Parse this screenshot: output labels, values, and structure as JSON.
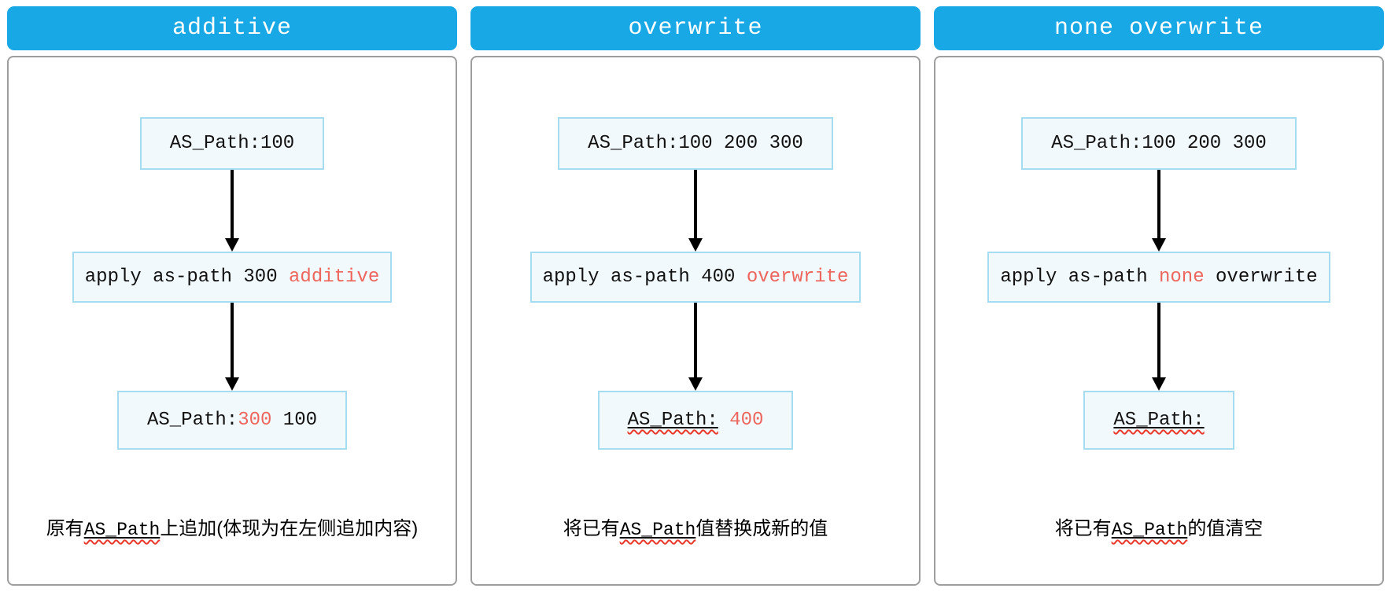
{
  "colors": {
    "header_bg": "#18a8e6",
    "header_text": "#ffffff",
    "highlight_red": "#ed665d",
    "squiggle_red": "#e8392b",
    "flow_box_bg": "#f2f9fc",
    "flow_box_border": "#a6dcf0",
    "panel_border": "#9e9e9e",
    "arrow_black": "#000000"
  },
  "panels": [
    {
      "title": "additive",
      "start_box": {
        "text": "AS_Path:100"
      },
      "apply_box": {
        "prefix": "apply as-path 300 ",
        "highlight": "additive",
        "suffix": ""
      },
      "result_box": {
        "prefix": "AS_Path:",
        "highlight": "300",
        "suffix": " 100"
      },
      "caption": {
        "before": "原有",
        "code": "AS_Path",
        "after": "上追加(体现为在左侧追加内容)"
      }
    },
    {
      "title": "overwrite",
      "start_box": {
        "text": "AS_Path:100 200 300"
      },
      "apply_box": {
        "prefix": "apply as-path 400 ",
        "highlight": "overwrite",
        "suffix": ""
      },
      "result_box": {
        "prefix": "AS_Path:",
        "highlight": " 400",
        "suffix": ""
      },
      "caption": {
        "before": "将已有",
        "code": "AS_Path",
        "after": "值替换成新的值"
      }
    },
    {
      "title": "none overwrite",
      "start_box": {
        "text": "AS_Path:100 200 300"
      },
      "apply_box": {
        "prefix": "apply as-path ",
        "highlight": "none",
        "suffix": " overwrite"
      },
      "result_box": {
        "prefix": "AS_Path:",
        "highlight": "",
        "suffix": ""
      },
      "caption": {
        "before": "将已有",
        "code": "AS_Path",
        "after": "的值清空"
      }
    }
  ]
}
